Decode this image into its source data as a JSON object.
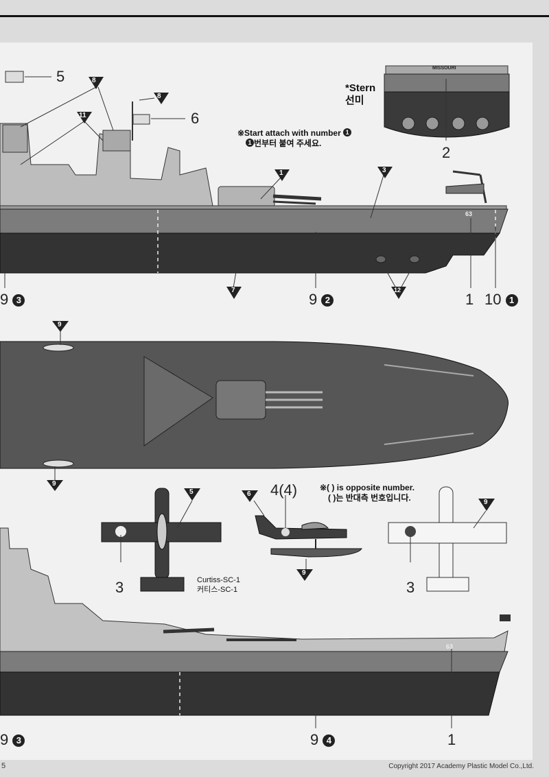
{
  "header": {
    "stern_label_en": "*Stern",
    "stern_label_ko": "선미"
  },
  "notes": {
    "start_en": "※Start attach with number",
    "start_ko": "번부터 붙여 주세요.",
    "start_num": "1",
    "opposite_en": "※( ) is opposite number.",
    "opposite_ko": "( )는 반대측 번호입니다."
  },
  "aircraft": {
    "name_en": "Curtiss-SC-1",
    "name_ko": "커티스-SC-1"
  },
  "callouts": {
    "c5": "5",
    "c6": "6",
    "c2": "2",
    "c1a": "1",
    "c10": "10",
    "c10n": "1",
    "c9a": "9",
    "c9an": "3",
    "c9b": "9",
    "c9bn": "2",
    "c3a": "3",
    "c44": "4(4)",
    "c3b": "3",
    "c9c": "9",
    "c9cn": "3",
    "c9d": "9",
    "c9dn": "4",
    "c1b": "1"
  },
  "triangles": {
    "t8a": "8",
    "t8b": "8",
    "t11": "11",
    "t1": "1",
    "t3": "3",
    "t7": "7",
    "t12": "12",
    "t9a": "9",
    "t9b": "9",
    "t5": "5",
    "t6": "6",
    "t9c": "9",
    "t9d": "9"
  },
  "hull": {
    "number": "63",
    "ship_name": "MISSOURI"
  },
  "footer": {
    "copyright": "Copyright 2017 Academy Plastic Model Co.,Ltd.",
    "page": "5"
  }
}
